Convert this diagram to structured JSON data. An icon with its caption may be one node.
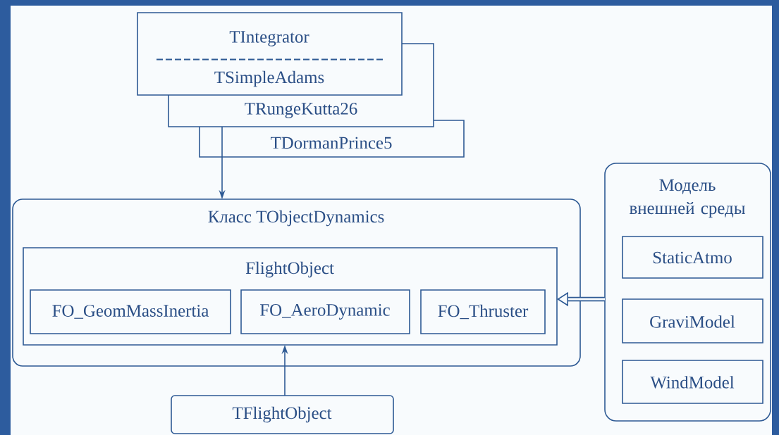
{
  "diagram": {
    "nodes": [
      {
        "text": [
          "TIntegrator",
          "TSimpleAdams"
        ]
      },
      {
        "text": [
          "TRungeKutta26"
        ]
      },
      {
        "text": [
          "TDormanPrince5"
        ]
      },
      {
        "text": [
          "Класс TObjectDynamics"
        ]
      },
      {
        "text": [
          "FlightObject"
        ],
        "in": 3
      },
      {
        "text": [
          "FO_GeomMassInertia"
        ],
        "in": 4
      },
      {
        "text": [
          "FO_AeroDynamic"
        ],
        "in": 4
      },
      {
        "text": [
          "FO_Thruster"
        ],
        "in": 4
      },
      {
        "text": [
          "TFlightObject"
        ]
      },
      {
        "text": [
          "Модель внешней среды"
        ]
      },
      {
        "text": [
          "StaticAtmo"
        ],
        "in": 9
      },
      {
        "text": [
          "GraviModel"
        ],
        "in": 9
      },
      {
        "text": [
          "WindModel"
        ],
        "in": 9
      }
    ],
    "edges": [
      {
        "from": 2,
        "to": 3,
        "arrow": "to"
      },
      {
        "from": 9,
        "to": 4,
        "arrow": "to",
        "style": "thick"
      },
      {
        "from": 8,
        "to": 4,
        "arrow": "to"
      }
    ]
  }
}
